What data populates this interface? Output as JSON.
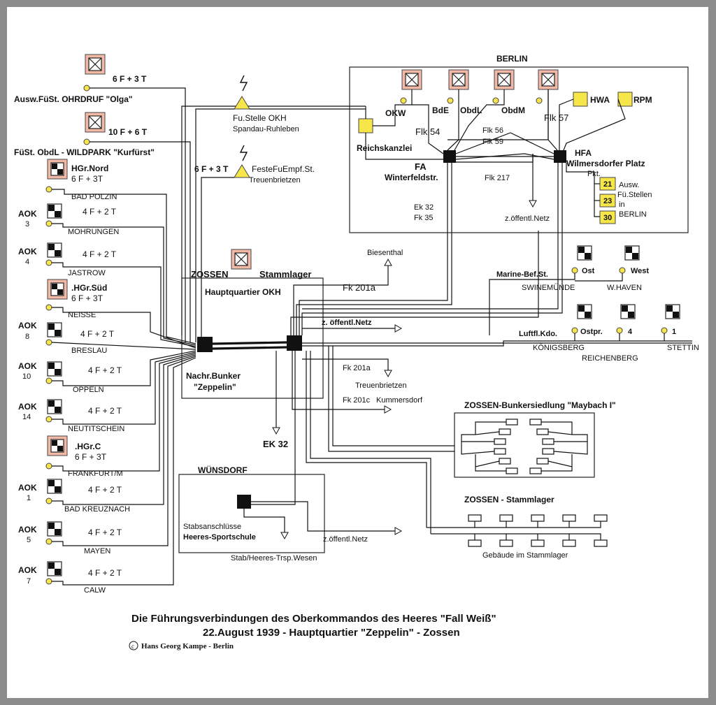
{
  "labels": {
    "berlin": "BERLIN",
    "okw": "OKW",
    "bde": "BdE",
    "obdl": "ObdL",
    "obdm": "ObdM",
    "flk57": "Flk 57",
    "hwa": "HWA",
    "rpm": "RPM",
    "flk54": "Flk 54",
    "flk56": "Flk 56",
    "flk59": "Flk 59",
    "reichskanzlei": "Reichskanzlei",
    "hfa": "HFA",
    "wilmersdorf": "Wilmersdorfer Platz",
    "fa": "FA",
    "winterfeld": "Winterfeldstr.",
    "flk217": "Flk 217",
    "pkt": "Pkt.",
    "n21": "21",
    "n23": "23",
    "n30": "30",
    "ausw_fu": "Ausw.",
    "fu_stellen": "Fü.Stellen",
    "in": "in",
    "berlin2": "BERLIN",
    "ek32b": "Ek 32",
    "fk35": "Fk 35",
    "oeff_netz_b": "z.öffentl.Netz",
    "ohrdruf_cap": "6 F + 3 T",
    "ohrdruf": "Ausw.FüSt. OHRDRUF \"Olga\"",
    "wildpark_cap": "10 F + 6 T",
    "wildpark": "FüSt. ObdL - WILDPARK \"Kurfürst\"",
    "fustelle": "Fu.Stelle OKH",
    "spandau": "Spandau-Ruhleben",
    "fest_cap": "6 F + 3 T",
    "festefu": "FesteFuEmpf.St.",
    "treuen1": "Treuenbrietzen",
    "hgr_nord": "HGr.Nord",
    "nord_cap": "6 F + 3T",
    "bad_polzin": "BAD POLZIN",
    "aok": "AOK",
    "n3": "3",
    "n4": "4",
    "n8": "8",
    "n10": "10",
    "n14": "14",
    "n1": "1",
    "n5": "5",
    "n7": "7",
    "cap_4f2t": "4 F + 2 T",
    "mohrungen": "MOHRUNGEN",
    "jastrow": "JASTROW",
    "hgr_sued": ".HGr.Süd",
    "sued_cap": "6 F + 3T",
    "neisse": "NEISSE",
    "breslau": "BRESLAU",
    "oppeln": "OPPELN",
    "neutitschein": "NEUTITSCHEIN",
    "hgr_c": ".HGr.C",
    "c_cap": "6 F + 3T",
    "frankfurt": "FRANKFURT/M",
    "kreuznach": "BAD KREUZNACH",
    "mayen": "MAYEN",
    "calw": "CALW",
    "zossen": "ZOSSEN",
    "stammlager": "Stammlager",
    "hq_okh": "Hauptquartier OKH",
    "biesenthal": "Biesenthal",
    "fk201a": "Fk 201a",
    "oeff_netz": "z. öffentl.Netz",
    "marine": "Marine-Bef.St.",
    "ost": "Ost",
    "west": "West",
    "swinemuende": "SWINEMÜNDE",
    "whaven": "W.HAVEN",
    "luftfl": "Luftfl.Kdo.",
    "ostpr": "Ostpr.",
    "l4": "4",
    "l1": "1",
    "koenigsberg": "KÖNIGSBERG",
    "stettin": "STETTIN",
    "reichenberg": "REICHENBERG",
    "nachr": "Nachr.Bunker",
    "zeppelin": "\"Zeppelin\"",
    "fk201a2": "Fk 201a",
    "treuen2": "Treuenbrietzen",
    "fk201c": "Fk 201c",
    "kummersdorf": "Kummersdorf",
    "ek32": "EK 32",
    "maybach": "ZOSSEN-Bunkersiedlung \"Maybach I\"",
    "wuensdorf": "WÜNSDORF",
    "stabsanschl": "Stabsanschlüsse",
    "heeres_sport": "Heeres-Sportschule",
    "oeff_netz2": "z.öffentl.Netz",
    "stab_heeres": "Stab/Heeres-Trsp.Wesen",
    "zossen_stamm": "ZOSSEN - Stammlager",
    "gebaeude": "Gebäude im Stammlager"
  },
  "caption": {
    "line1": "Die Führungsverbindungen des Oberkommandos des Heeres \"Fall Weiß\"",
    "line2": "22.August 1939  -  Hauptquartier \"Zeppelin\" - Zossen",
    "copyright_symbol": "c",
    "copyright": "Hans Georg Kampe  -  Berlin"
  },
  "colors": {
    "frame": "#8c8c8c",
    "yellow": "#f6e64a",
    "salmon": "#f2b9a6",
    "ink": "#111111"
  }
}
